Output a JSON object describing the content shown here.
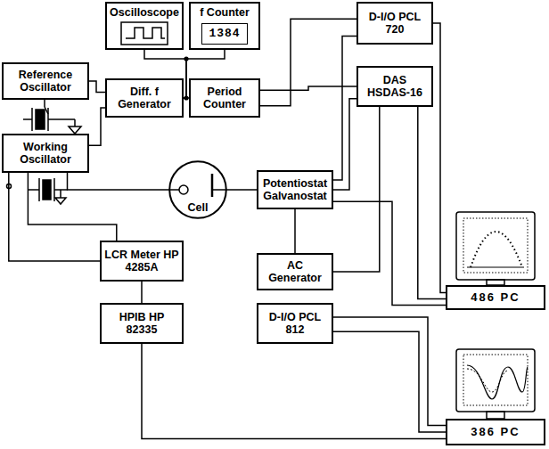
{
  "diagram": {
    "nodes": [
      {
        "text": [
          "Oscilloscope"
        ]
      },
      {
        "text": [
          "f Counter"
        ]
      },
      {
        "text": [
          "1384"
        ],
        "in": 1
      },
      {
        "text": [
          "D-I/O PCL 720"
        ]
      },
      {
        "text": [
          "Reference Oscillator"
        ]
      },
      {
        "text": [
          "Diff. f Generator"
        ]
      },
      {
        "text": [
          "Period Counter"
        ]
      },
      {
        "text": [
          "DAS HSDAS-16"
        ]
      },
      {
        "text": [
          "Working Oscillator"
        ]
      },
      {
        "text": [
          "Cell"
        ]
      },
      {
        "text": [
          "Potentiostat Galvanostat"
        ]
      },
      {
        "text": [
          "486 PC"
        ]
      },
      {
        "text": [
          "LCR Meter HP 4285A"
        ]
      },
      {
        "text": [
          "AC Generator"
        ]
      },
      {
        "text": [
          "HPIB HP 82335"
        ]
      },
      {
        "text": [
          "D-I/O PCL 812"
        ]
      },
      {
        "text": [
          "386 PC"
        ]
      }
    ],
    "edges": [
      {
        "from": 4,
        "to": 5,
        "arrow": "none"
      },
      {
        "from": 8,
        "to": 5,
        "arrow": "none"
      },
      {
        "from": 5,
        "to": 0,
        "arrow": "none"
      },
      {
        "from": 5,
        "to": 1,
        "arrow": "none"
      },
      {
        "from": 5,
        "to": 6,
        "arrow": "none"
      },
      {
        "from": 6,
        "to": 7,
        "arrow": "none"
      },
      {
        "from": 6,
        "to": 3,
        "arrow": "none"
      },
      {
        "from": 3,
        "to": 10,
        "arrow": "none"
      },
      {
        "from": 7,
        "to": 10,
        "arrow": "none"
      },
      {
        "from": 7,
        "to": 13,
        "arrow": "none"
      },
      {
        "from": 10,
        "to": 11,
        "arrow": "none"
      },
      {
        "from": 3,
        "to": 11,
        "arrow": "none"
      },
      {
        "from": 7,
        "to": 11,
        "arrow": "none"
      },
      {
        "from": 8,
        "to": 9,
        "arrow": "none"
      },
      {
        "from": 9,
        "to": 10,
        "arrow": "none"
      },
      {
        "from": 10,
        "to": 13,
        "arrow": "none"
      },
      {
        "from": 8,
        "to": 12,
        "arrow": "none"
      },
      {
        "from": 8,
        "to": 12,
        "arrow": "none"
      },
      {
        "from": 12,
        "to": 14,
        "arrow": "none"
      },
      {
        "from": 14,
        "to": 16,
        "arrow": "none"
      },
      {
        "from": 15,
        "to": 16,
        "arrow": "none"
      },
      {
        "from": 15,
        "to": 16,
        "arrow": "none"
      }
    ]
  }
}
